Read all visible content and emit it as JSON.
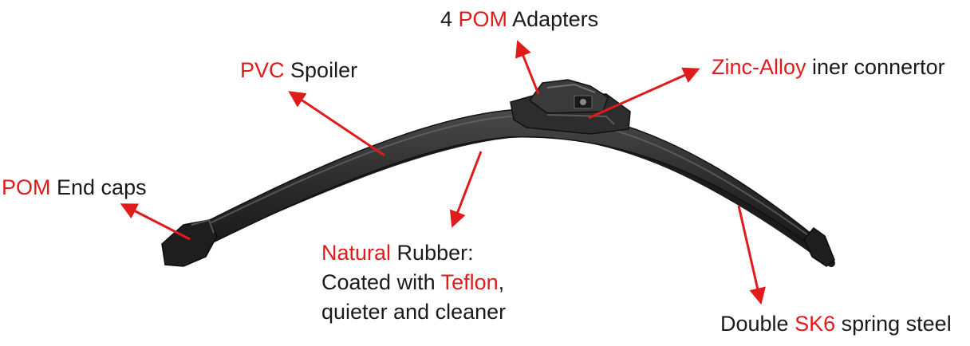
{
  "colors": {
    "highlight": "#e01b1b",
    "text": "#1a1a1a",
    "blade": "#2b2b2b",
    "arrow": "#e01b1b"
  },
  "labels": {
    "adapters": {
      "prefix": "4 ",
      "highlight": "POM",
      "suffix": " Adapters"
    },
    "spoiler": {
      "highlight": "PVC",
      "suffix": " Spoiler"
    },
    "zinc": {
      "highlight": "Zinc-Alloy",
      "suffix": " iner connertor"
    },
    "endcaps": {
      "highlight": "POM",
      "suffix": " End caps"
    },
    "rubber": {
      "line1_highlight": "Natural",
      "line1_suffix": " Rubber:",
      "line2_prefix": "Coated with ",
      "line2_highlight": "Teflon",
      "line2_suffix": ",",
      "line3": "quieter and cleaner"
    },
    "steel": {
      "prefix": "Double ",
      "highlight": "SK6",
      "suffix": " spring steel"
    }
  }
}
